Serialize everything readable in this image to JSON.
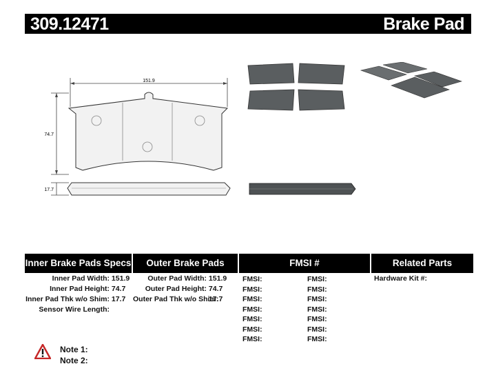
{
  "header": {
    "part_number": "309.12471",
    "product_type": "Brake Pad"
  },
  "drawing": {
    "width_dim": "151.9",
    "height_dim": "74.7",
    "thickness_dim": "17.7"
  },
  "columns": {
    "inner_title": "Inner Brake Pads Specs",
    "outer_title": "Outer Brake Pads Specs",
    "fmsi_title": "FMSI #",
    "related_title": "Related Parts"
  },
  "inner_specs": [
    {
      "label": "Inner Pad Width:",
      "value": "151.9"
    },
    {
      "label": "Inner Pad Height:",
      "value": "74.7"
    },
    {
      "label": "Inner Pad Thk w/o Shim:",
      "value": "17.7"
    },
    {
      "label": "Sensor Wire Length:",
      "value": ""
    }
  ],
  "outer_specs": [
    {
      "label": "Outer Pad Width:",
      "value": "151.9"
    },
    {
      "label": "Outer Pad Height:",
      "value": "74.7"
    },
    {
      "label": "Outer Pad Thk w/o Shim:",
      "value": "17.7"
    }
  ],
  "fmsi_left": [
    "FMSI:",
    "FMSI:",
    "FMSI:",
    "FMSI:",
    "FMSI:",
    "FMSI:",
    "FMSI:"
  ],
  "fmsi_right": [
    "FMSI:",
    "FMSI:",
    "FMSI:",
    "FMSI:",
    "FMSI:",
    "FMSI:",
    "FMSI:"
  ],
  "related": {
    "hardware_label": "Hardware Kit #:"
  },
  "notes": {
    "note1": "Note 1:",
    "note2": "Note 2:"
  }
}
